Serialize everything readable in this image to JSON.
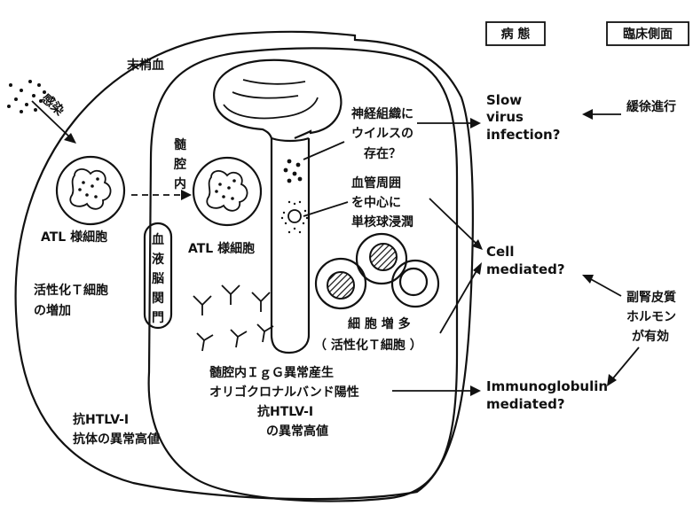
{
  "headers": {
    "pathology": "病 態",
    "clinical": "臨床側面"
  },
  "labels": {
    "peripheral_blood": "末梢血",
    "infection": "感染",
    "intrathecal": [
      "髄",
      "腔",
      "内"
    ],
    "atl_cell_left": "ATL 様細胞",
    "atl_cell_right": "ATL 様細胞",
    "blood_brain_barrier": [
      "血",
      "液",
      "脳",
      "関",
      "門"
    ],
    "activated_t_increase": [
      "活性化Ｔ細胞",
      "の増加"
    ],
    "anti_htlv_abnormal_outer": [
      "抗HTLV-Ⅰ",
      "抗体の異常高値"
    ],
    "nerve_tissue_virus": [
      "神経組織に",
      "ウイルスの",
      "存在？"
    ],
    "perivascular": [
      "血管周囲",
      "を中心に",
      "単核球浸潤"
    ],
    "cell_proliferation": [
      "細 胞 増 多",
      "（ 活性化Ｔ細胞 ）"
    ],
    "igg_production": [
      "髄腔内ＩｇＧ異常産生",
      "オリゴクロナルバンド陽性",
      "抗HTLV-Ⅰ",
      "の異常高値"
    ]
  },
  "mechanisms": {
    "slow_virus": [
      "Slow",
      "virus",
      "infection?"
    ],
    "cell_mediated": [
      "Cell",
      "mediated?"
    ],
    "immunoglobulin_mediated": [
      "Immunoglobulin",
      "mediated?"
    ]
  },
  "clinical": {
    "slow_progression": "緩徐進行",
    "steroid_effective": [
      "副腎皮質",
      "ホルモン",
      "が有効"
    ]
  }
}
